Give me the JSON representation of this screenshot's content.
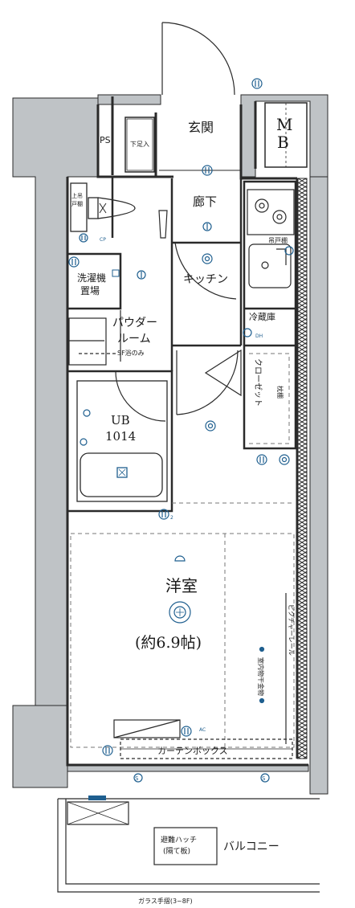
{
  "colors": {
    "wall": "#bfc3c6",
    "line": "#2a2a2a",
    "symbol": "#1f5f8f",
    "dash": "#777777"
  },
  "labels": {
    "genkan": "玄関",
    "getabako": "下足入",
    "mb": "MB",
    "ps": "PS",
    "rouka": "廊下",
    "kitchen": "キッチン",
    "powder_room_1": "パウダー",
    "powder_room_2": "ルーム",
    "powder_note": "SF浴のみ",
    "ub_1": "UB",
    "ub_2": "1014",
    "washer_1": "洗濯機",
    "washer_2": "置場",
    "toilet_shelf_1": "上吊",
    "toilet_shelf_2": "戸棚",
    "room_name": "洋室",
    "room_size": "(約6.9帖)",
    "closet": "クローゼット",
    "closet_shelf": "枕棚",
    "kitchen_shelf": "吊戸棚",
    "stock": "冷蔵庫",
    "curtain_box": "カーテンボックス",
    "picture_rail": "ピクチャーレール",
    "laundry_hanger": "室内物干金物",
    "balcony": "バルコニー",
    "vent_1": "避難ハッチ",
    "vent_2": "(隔て板)",
    "glass_railing": "ガラス手摺(3~8F)",
    "ac_label": "AC",
    "dh": "DH",
    "cp": "CP",
    "s1": "S",
    "s2": "S",
    "m2": "2"
  },
  "icons": [
    "outlet-icon",
    "light-fixture-icon",
    "smoke-detector-icon",
    "drain-icon",
    "gas-stove-icon",
    "sink-icon",
    "toilet-icon",
    "bathtub-icon"
  ]
}
